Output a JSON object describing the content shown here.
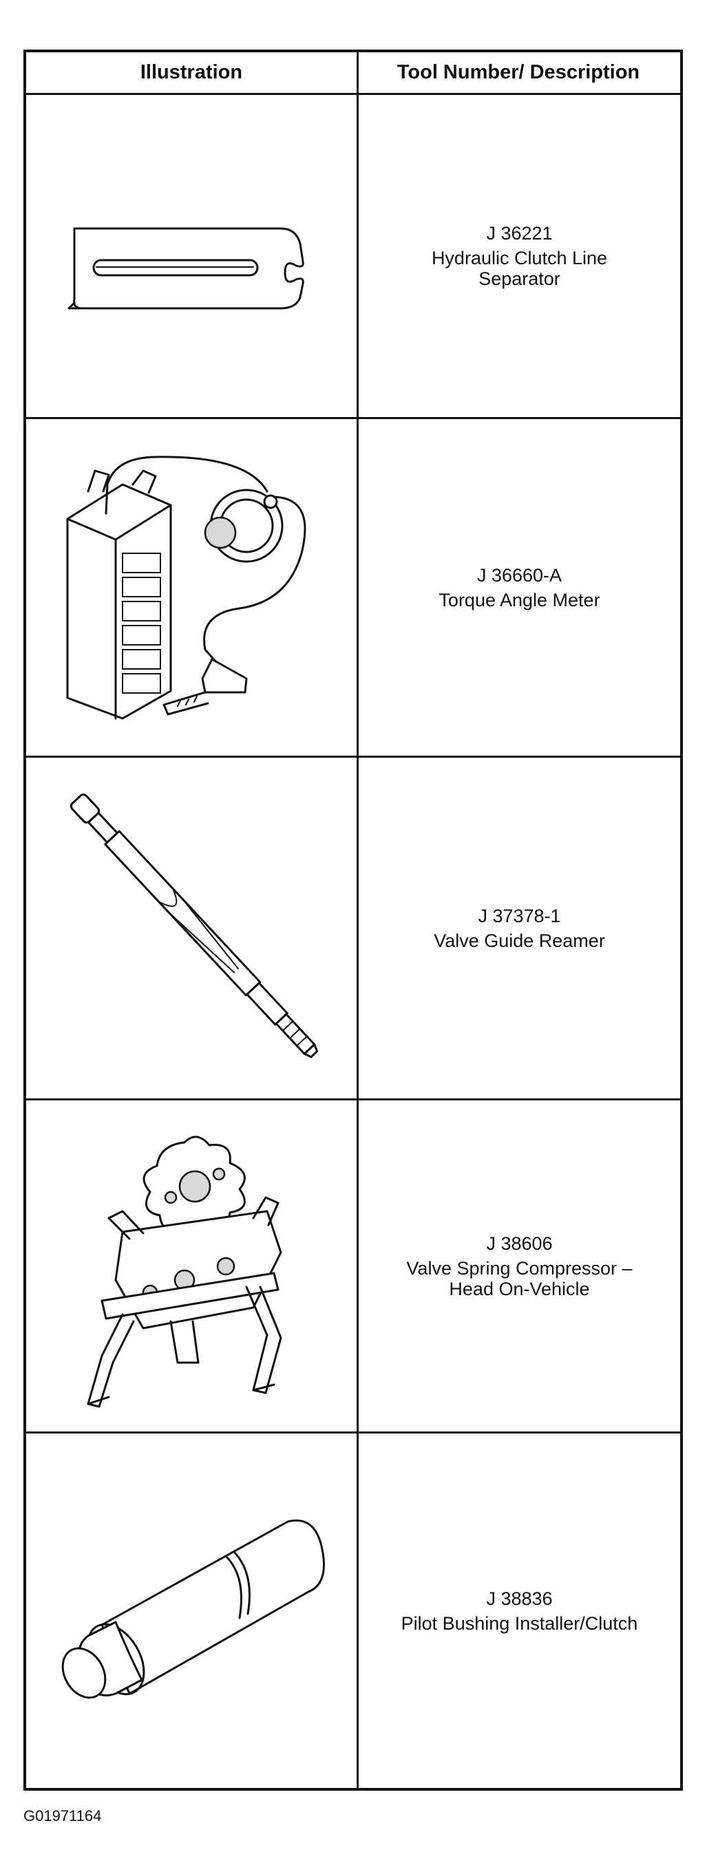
{
  "table": {
    "header": {
      "illustration": "Illustration",
      "description": "Tool Number/ Description"
    },
    "rows": [
      {
        "number": "J 36221",
        "description": "Hydraulic Clutch Line\nSeparator",
        "icon": "clutch-line-separator-illustration"
      },
      {
        "number": "J 36660-A",
        "description": "Torque Angle Meter",
        "icon": "torque-angle-meter-illustration"
      },
      {
        "number": "J 37378-1",
        "description": "Valve Guide Reamer",
        "icon": "valve-guide-reamer-illustration"
      },
      {
        "number": "J 38606",
        "description": "Valve Spring Compressor –\nHead On-Vehicle",
        "icon": "valve-spring-compressor-illustration"
      },
      {
        "number": "J 38836",
        "description": "Pilot Bushing Installer/Clutch",
        "icon": "pilot-bushing-installer-illustration"
      }
    ]
  },
  "figure_code": "G01971164"
}
